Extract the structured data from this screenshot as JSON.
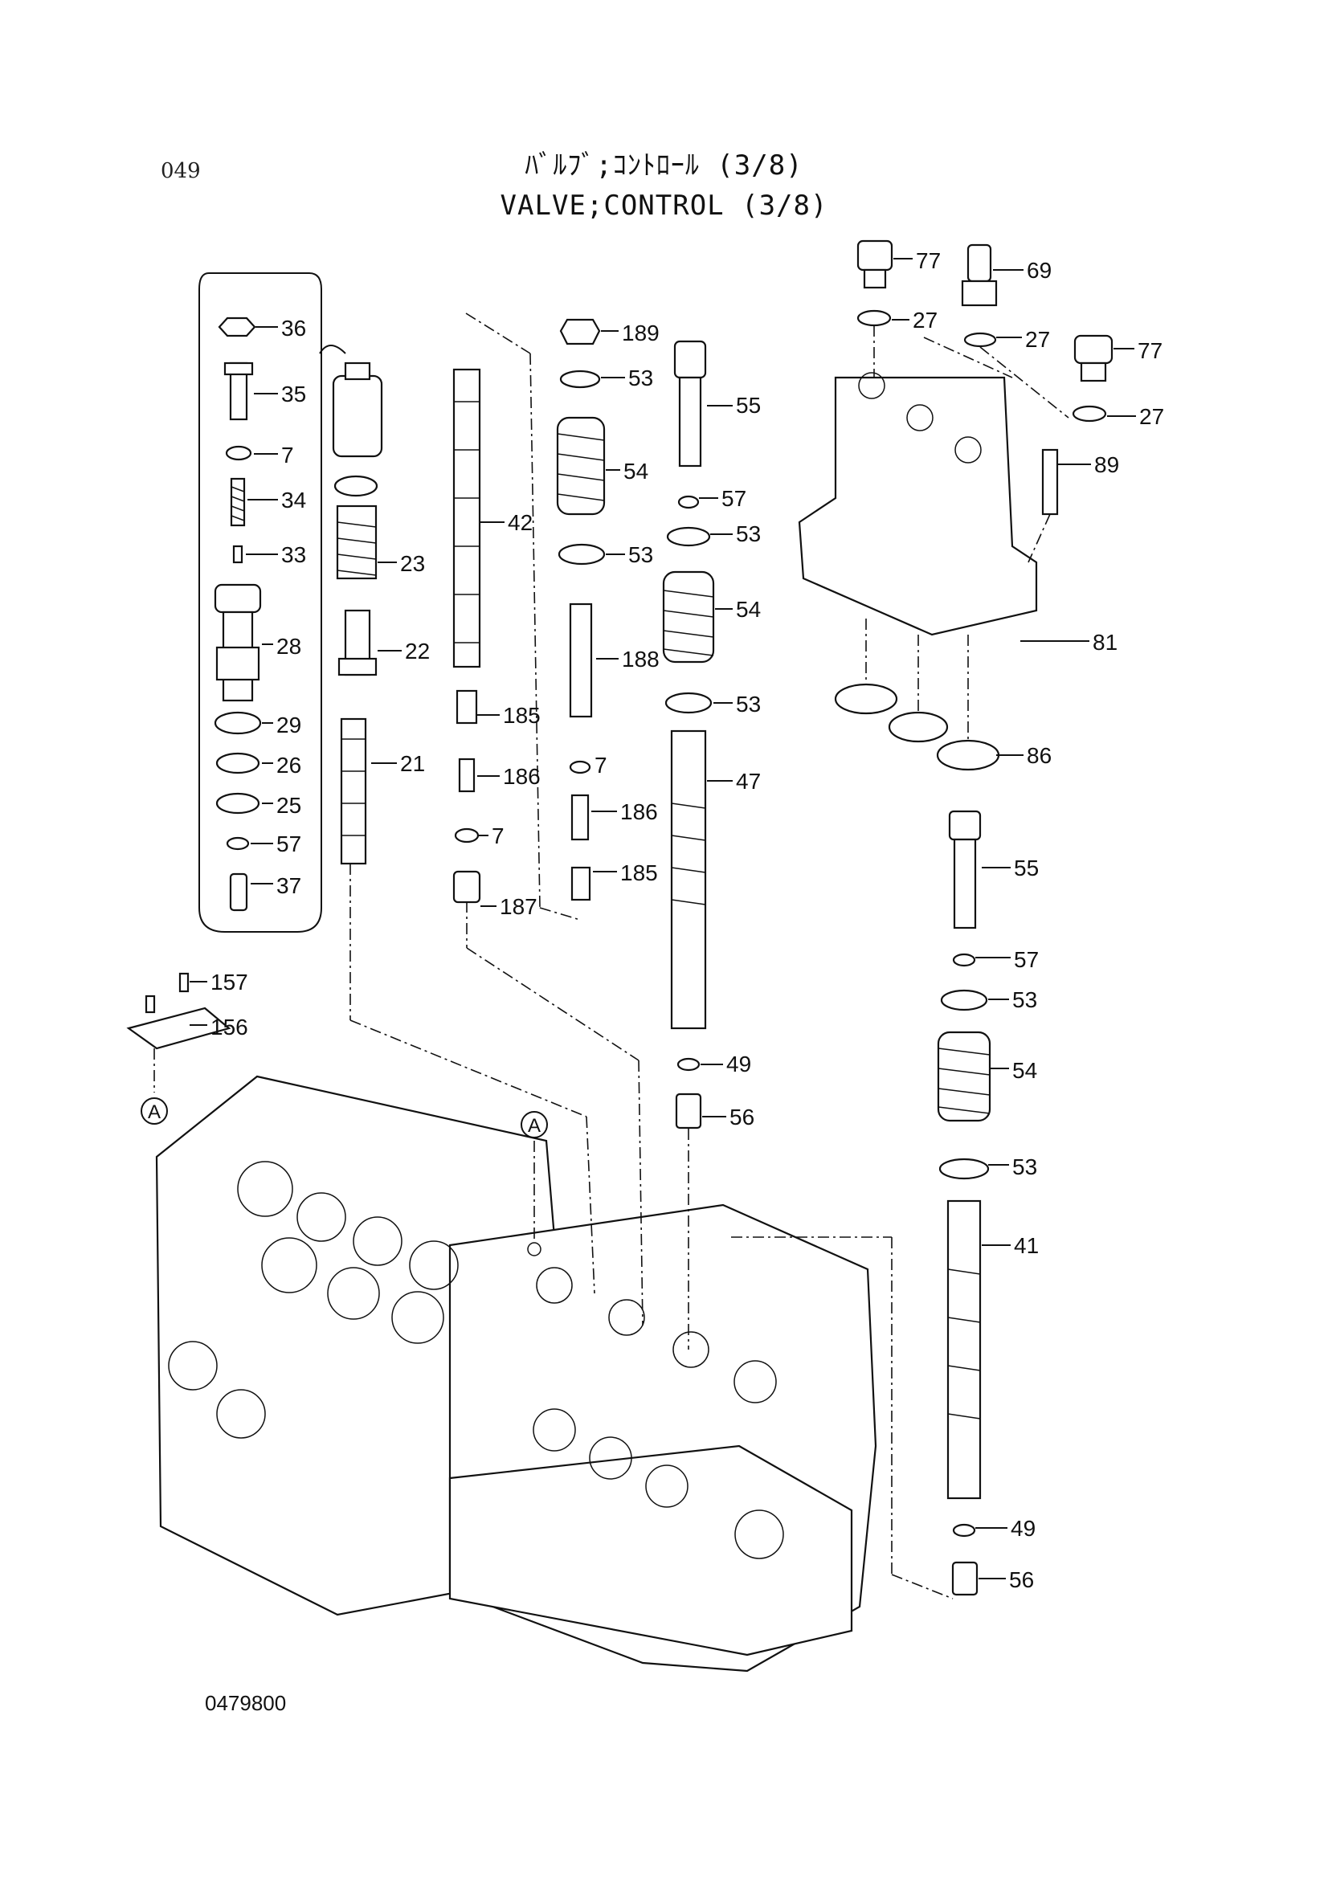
{
  "page_number": "049",
  "title_jp": "ﾊﾞﾙﾌﾞ;ｺﾝﾄﾛｰﾙ (3/8)",
  "title_en": "VALVE;CONTROL (3/8)",
  "drawing_number": "0479800",
  "ref_marker": "A",
  "callouts": [
    "36",
    "35",
    "7",
    "34",
    "33",
    "28",
    "29",
    "26",
    "25",
    "57",
    "37",
    "23",
    "22",
    "21",
    "42",
    "185",
    "186",
    "7",
    "187",
    "189",
    "53",
    "54",
    "53",
    "188",
    "7",
    "186",
    "185",
    "55",
    "57",
    "53",
    "54",
    "53",
    "47",
    "49",
    "56",
    "77",
    "27",
    "69",
    "27",
    "77",
    "27",
    "89",
    "81",
    "86",
    "55",
    "57",
    "53",
    "54",
    "53",
    "41",
    "49",
    "56",
    "157",
    "156"
  ]
}
